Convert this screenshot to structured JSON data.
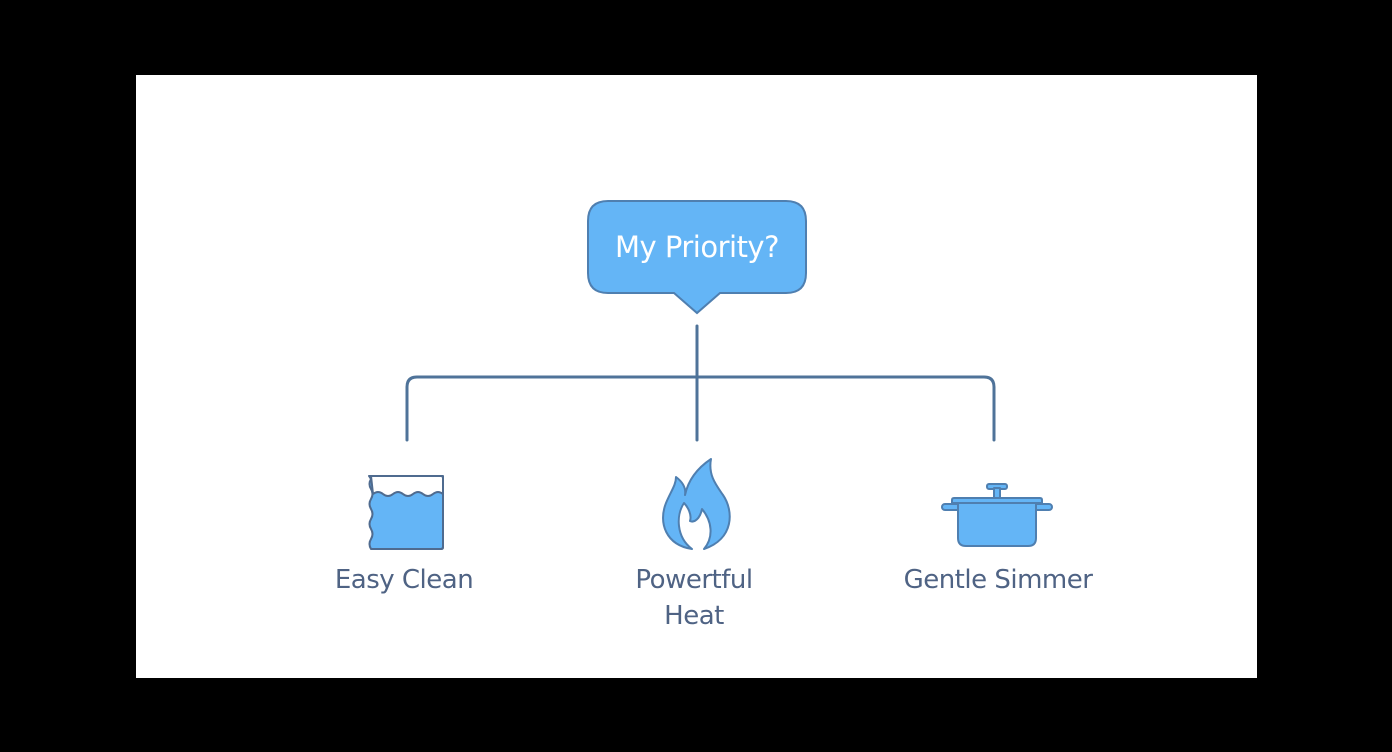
{
  "root": {
    "label": "My Priority?",
    "color": "#64b5f6"
  },
  "options": [
    {
      "label": "Easy Clean",
      "icon": "sponge-icon"
    },
    {
      "label": "Powertful\nHeat",
      "icon": "flame-icon"
    },
    {
      "label": "Gentle Simmer",
      "icon": "pot-icon"
    }
  ],
  "colors": {
    "accent": "#64b5f6",
    "stroke": "#4f7399",
    "text": "#4f6384",
    "background": "#ffffff"
  }
}
